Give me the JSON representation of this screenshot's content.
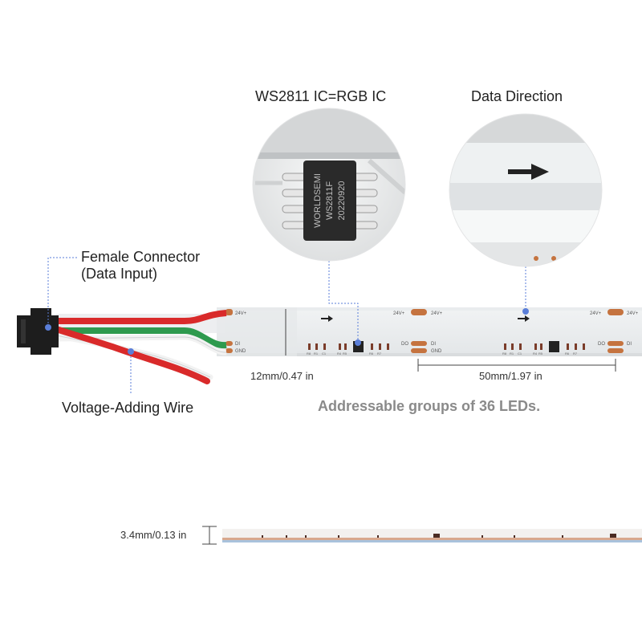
{
  "callouts": {
    "ic_title": "WS2811 IC=RGB IC",
    "direction_title": "Data Direction",
    "female_connector": "Female Connector",
    "data_input": "(Data Input)",
    "voltage_wire": "Voltage-Adding Wire"
  },
  "chip": {
    "brand": "WORLDSEMI",
    "model": "WS2811F",
    "date": "20220920"
  },
  "strip": {
    "pad_top": "24V+",
    "pad_mid": "DI",
    "pad_out": "DO",
    "pad_gnd": "GND",
    "comp_labels": [
      "R8",
      "R1",
      "C1",
      "R4",
      "R5",
      "R6",
      "R7"
    ]
  },
  "dimensions": {
    "width": "12mm/0.47 in",
    "cut_length": "50mm/1.97 in",
    "thickness": "3.4mm/0.13 in"
  },
  "note": "Addressable groups of 36 LEDs.",
  "colors": {
    "wire_red": "#d92a2a",
    "wire_green": "#2e9a4e",
    "wire_white": "#f2f2f2",
    "pad_copper": "#c5733f",
    "leader_blue": "#5a7ed8"
  }
}
